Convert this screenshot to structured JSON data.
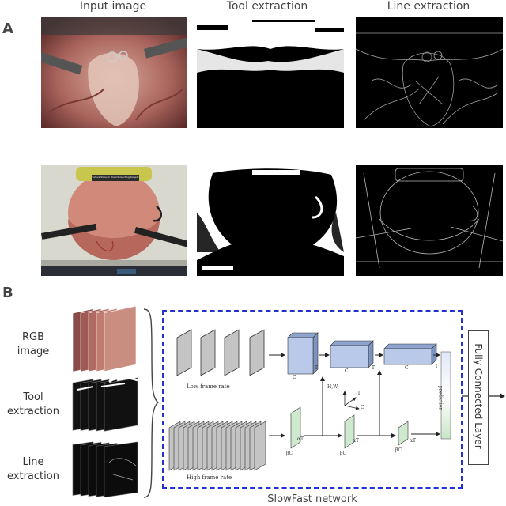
{
  "panel_a": {
    "letter": "A",
    "columns": [
      "Input image",
      "Tool extraction",
      "Line extraction"
    ],
    "scene_banner": "Suture through the intersecting targets"
  },
  "panel_b": {
    "letter": "B",
    "inputs": [
      {
        "label": "RGB\nimage"
      },
      {
        "label": "Tool\nextraction"
      },
      {
        "label": "Line\nextraction"
      }
    ],
    "low_rate_label": "Low frame rate",
    "high_rate_label": "High frame rate",
    "network_label": "SlowFast network",
    "fc_label": "Fully Connected Layer",
    "prediction_label": "prediction",
    "axes": {
      "hw": "H,W",
      "t": "T",
      "c": "C"
    },
    "slow_dims": {
      "c": "C",
      "t": "T"
    },
    "fast_dims": {
      "c": "βC",
      "t": "αT"
    }
  },
  "colors": {
    "dashed_border": "#2233cc",
    "slow_block": "#b9c9ea",
    "fast_block": "#cfe9cf"
  }
}
